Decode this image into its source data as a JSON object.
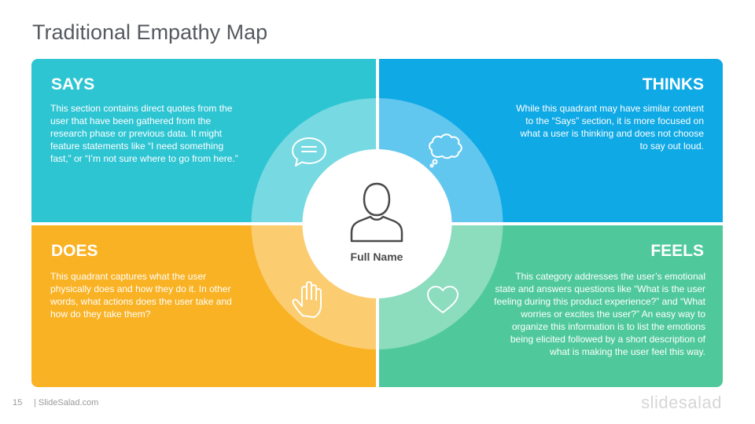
{
  "title": "Traditional Empathy Map",
  "center": {
    "name": "Full Name",
    "icon": "user-icon"
  },
  "quadrants": {
    "says": {
      "heading": "SAYS",
      "text": "This section contains direct quotes from the user that have been gathered from the research phase or previous data. It might feature statements like “I need something fast,” or “I’m not sure where to go from here.”",
      "color": "#2ec5d3",
      "icon": "speech-bubble-icon"
    },
    "thinks": {
      "heading": "THINKS",
      "text": "While this quadrant may have similar content to the “Says” section, it is more focused on what a user is thinking and does not choose to say out loud.",
      "color": "#0fa9e6",
      "icon": "thought-cloud-icon"
    },
    "does": {
      "heading": "DOES",
      "text": "This quadrant captures what the user physically does and how they do it. In other words, what actions does the user take and how do they take them?",
      "color": "#f9b224",
      "icon": "hand-icon"
    },
    "feels": {
      "heading": "FEELS",
      "text": "This category addresses the user’s emotional state and answers questions like “What is the user feeling during this product experience?” and “What worries or excites the user?” An easy way to organize this information is to list the emotions being elicited followed by a short description of what is making the user feel this way.",
      "color": "#4fc99b",
      "icon": "heart-icon"
    }
  },
  "footer": {
    "page_number": "15",
    "site": "| SlideSalad.com",
    "brand": "slidesalad"
  }
}
